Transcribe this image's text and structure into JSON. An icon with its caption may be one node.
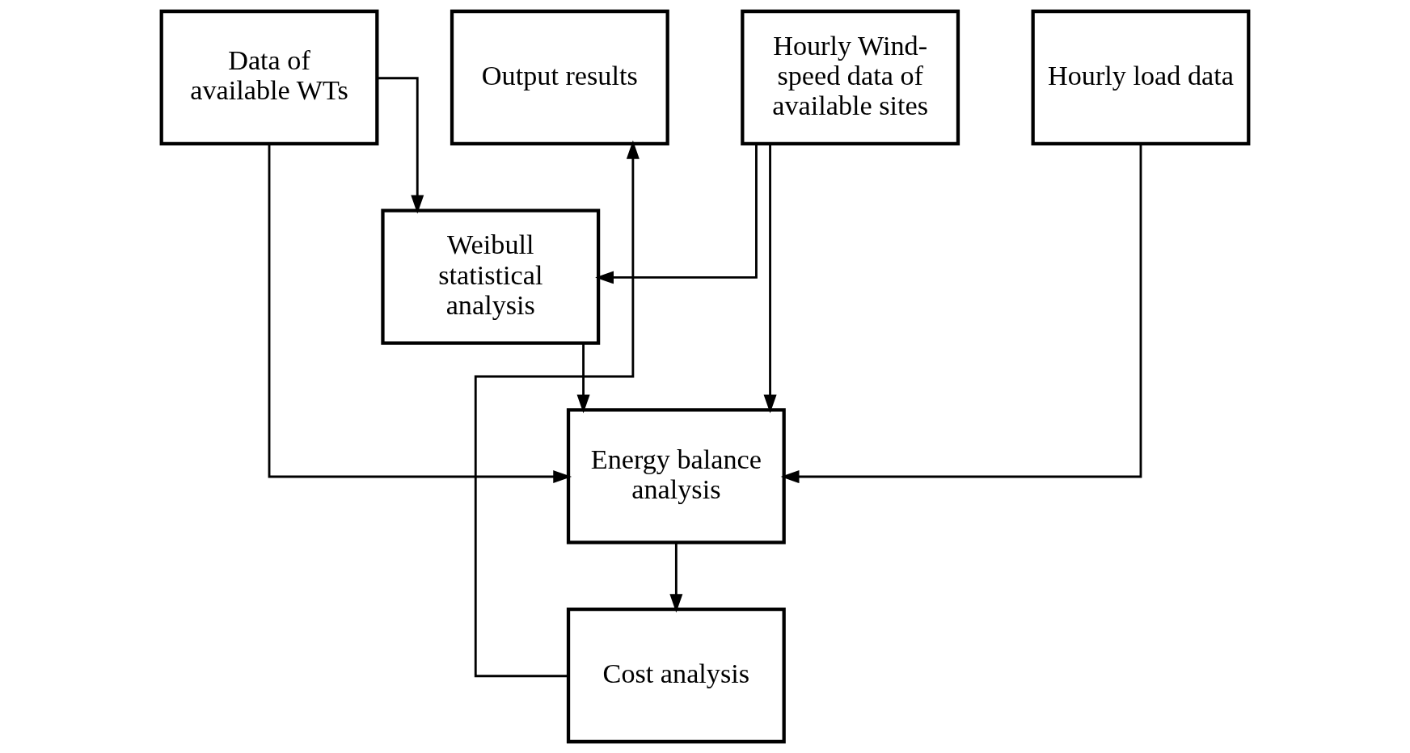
{
  "diagram": {
    "nodes": [
      {
        "text": [
          "Data of available WTs"
        ]
      },
      {
        "text": [
          "Weibull statistical analysis"
        ]
      },
      {
        "text": [
          "Hourly Wind-speed data of available sites"
        ]
      },
      {
        "text": [
          "Hourly load data"
        ]
      },
      {
        "text": [
          "Energy balance analysis"
        ]
      },
      {
        "text": [
          "Cost analysis"
        ]
      },
      {
        "text": [
          "Output results"
        ]
      }
    ],
    "edges": [
      {
        "from": 0,
        "to": 1,
        "arrow": "to"
      },
      {
        "from": 2,
        "to": 1,
        "arrow": "to"
      },
      {
        "from": 1,
        "to": 4,
        "arrow": "to"
      },
      {
        "from": 2,
        "to": 4,
        "arrow": "to"
      },
      {
        "from": 0,
        "to": 4,
        "arrow": "to"
      },
      {
        "from": 3,
        "to": 4,
        "arrow": "to"
      },
      {
        "from": 4,
        "to": 5,
        "arrow": "to"
      },
      {
        "from": 5,
        "to": 6,
        "arrow": "to"
      }
    ]
  }
}
